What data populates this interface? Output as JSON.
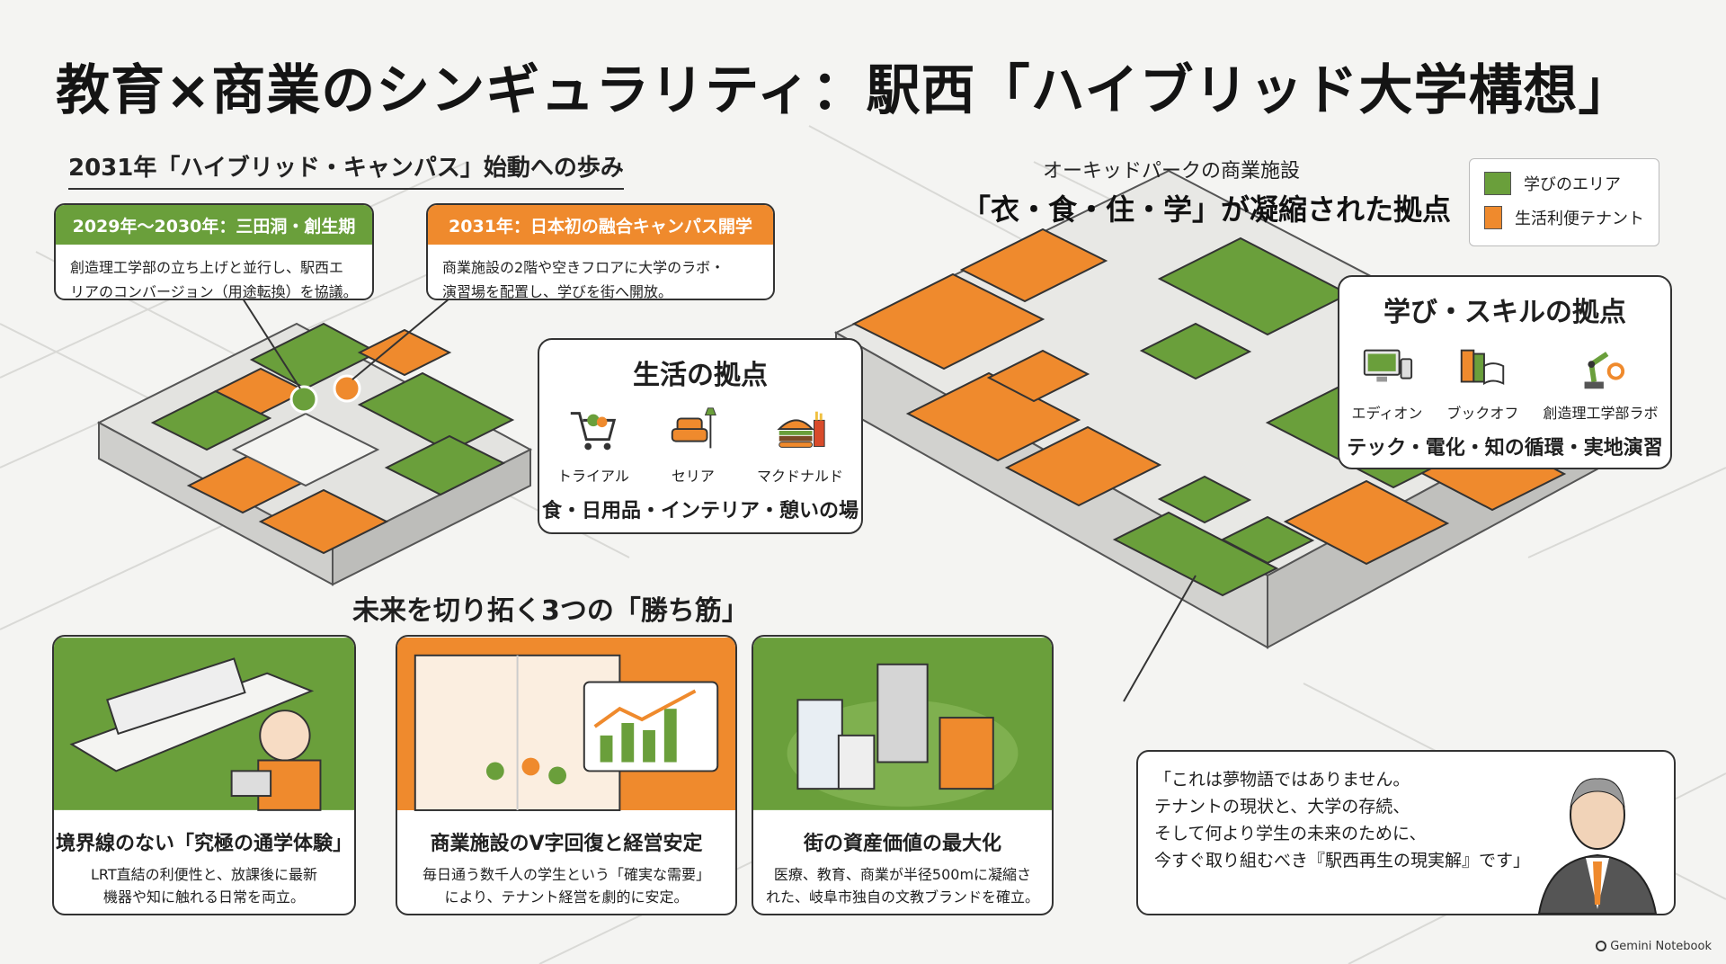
{
  "page": {
    "title": "教育×商業のシンギュラリティ：駅西「ハイブリッド大学構想」"
  },
  "roadmap": {
    "title": "2031年「ハイブリッド・キャンパス」始動への歩み",
    "phases": [
      {
        "heading": "2029年〜2030年：三田洞・創生期",
        "lines": [
          "創造理工学部の立ち上げと並行し、駅西エ",
          "リアのコンバージョン（用途転換）を協議。"
        ]
      },
      {
        "heading": "2031年：日本初の融合キャンパス開学",
        "lines": [
          "商業施設の2階や空きフロアに大学のラボ・",
          "演習場を配置し、学びを街へ開放。"
        ]
      }
    ]
  },
  "orchid": {
    "subtitle": "オーキッドパークの商業施設",
    "title": "「衣・食・住・学」が凝縮された拠点"
  },
  "legend": {
    "items": [
      {
        "label": "学びのエリア",
        "color": "#6a9f3b"
      },
      {
        "label": "生活利便テナント",
        "color": "#ef8a2d"
      }
    ]
  },
  "life_hub": {
    "title": "生活の拠点",
    "items": [
      {
        "label": "トライアル",
        "icon": "shopping-cart-icon"
      },
      {
        "label": "セリア",
        "icon": "armchair-icon"
      },
      {
        "label": "マクドナルド",
        "icon": "burger-icon"
      }
    ],
    "footer": "食・日用品・インテリア・憩いの場"
  },
  "learn_hub": {
    "title": "学び・スキルの拠点",
    "items": [
      {
        "label": "エディオン",
        "icon": "computer-icon"
      },
      {
        "label": "ブックオフ",
        "icon": "books-icon"
      },
      {
        "label": "創造理工学部ラボ",
        "icon": "robot-arm-icon"
      }
    ],
    "footer": "テック・電化・知の循環・実地演習"
  },
  "winning": {
    "title": "未来を切り拓く3つの「勝ち筋」",
    "cards": [
      {
        "title": "境界線のない「究極の通学体験」",
        "lines": [
          "LRT直結の利便性と、放課後に最新",
          "機器や知に触れる日常を両立。"
        ]
      },
      {
        "title": "商業施設のV字回復と経営安定",
        "lines": [
          "毎日通う数千人の学生という「確実な需要」",
          "により、テナント経営を劇的に安定。"
        ]
      },
      {
        "title": "街の資産価値の最大化",
        "lines": [
          "医療、教育、商業が半径500mに凝縮さ",
          "れた、岐阜市独自の文教ブランドを確立。"
        ]
      }
    ]
  },
  "quote": {
    "lines": [
      "「これは夢物語ではありません。",
      "テナントの現状と、大学の存続、",
      "そして何より学生の未来のために、",
      "今すぐ取り組むべき『駅西再生の現実解』です」"
    ]
  },
  "brand": {
    "label": "Gemini Notebook"
  },
  "colors": {
    "green": "#6a9f3b",
    "orange": "#ef8a2d"
  }
}
